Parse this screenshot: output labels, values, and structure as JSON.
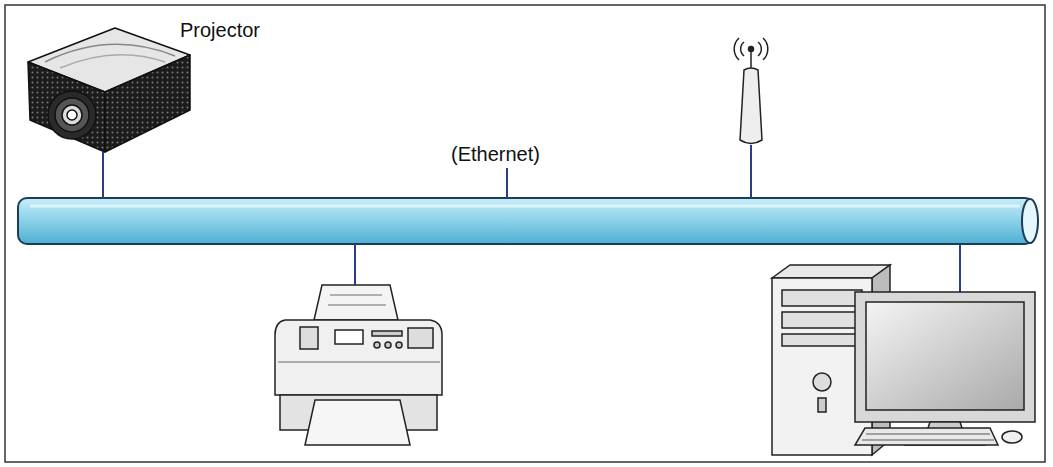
{
  "diagram": {
    "nodes": [
      {
        "text": [
          "Projector"
        ]
      },
      {
        "text": [
          "(Ethernet)"
        ]
      }
    ],
    "edges": [
      {
        "from": 0,
        "to": 1,
        "arrow": "none"
      }
    ]
  }
}
